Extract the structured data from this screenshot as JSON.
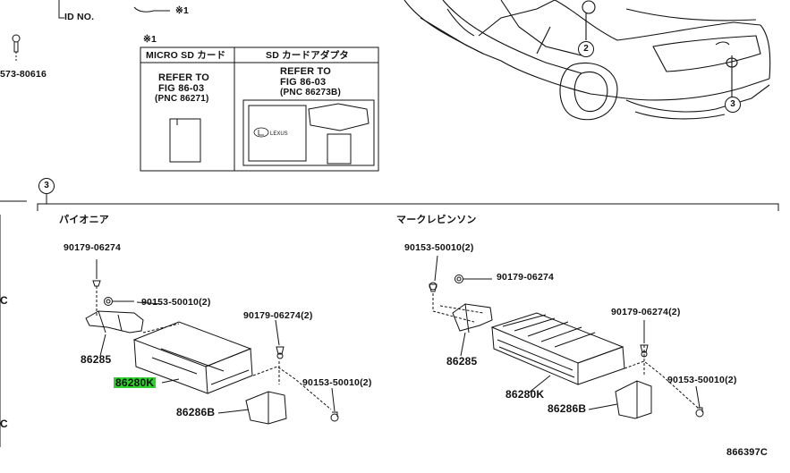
{
  "top": {
    "id_no": "ID NO.",
    "mark1": "※1",
    "part_left": "573-80616"
  },
  "table": {
    "note_mark": "※1",
    "col1_header": "MICRO SD カード",
    "col2_header": "SD カードアダプタ",
    "col1_refer": [
      "REFER TO",
      "FIG 86-03",
      "(PNC 86271)"
    ],
    "col2_refer": [
      "REFER TO",
      "FIG 86-03",
      "(PNC 86273B)"
    ]
  },
  "callouts": {
    "c2": "2",
    "c3_car": "3",
    "c3_section": "3"
  },
  "sections": {
    "pioneer": "パイオニア",
    "mark_levinson": "マークレビンソン"
  },
  "left_parts": {
    "p1": "90179-06274",
    "p2": "90153-50010(2)",
    "p3": "90179-06274(2)",
    "p4": "86285",
    "p5": "86280K",
    "p6": "90153-50010(2)",
    "p7": "86286B"
  },
  "right_parts": {
    "p1": "90153-50010(2)",
    "p2": "90179-06274",
    "p3": "90179-06274(2)",
    "p4": "86285",
    "p5": "86280K",
    "p6": "90153-50010(2)",
    "p7": "86286B"
  },
  "edge": {
    "c1": "C",
    "c2": "C"
  },
  "figure_id": "866397C",
  "colors": {
    "highlight": "#2fd12f"
  }
}
